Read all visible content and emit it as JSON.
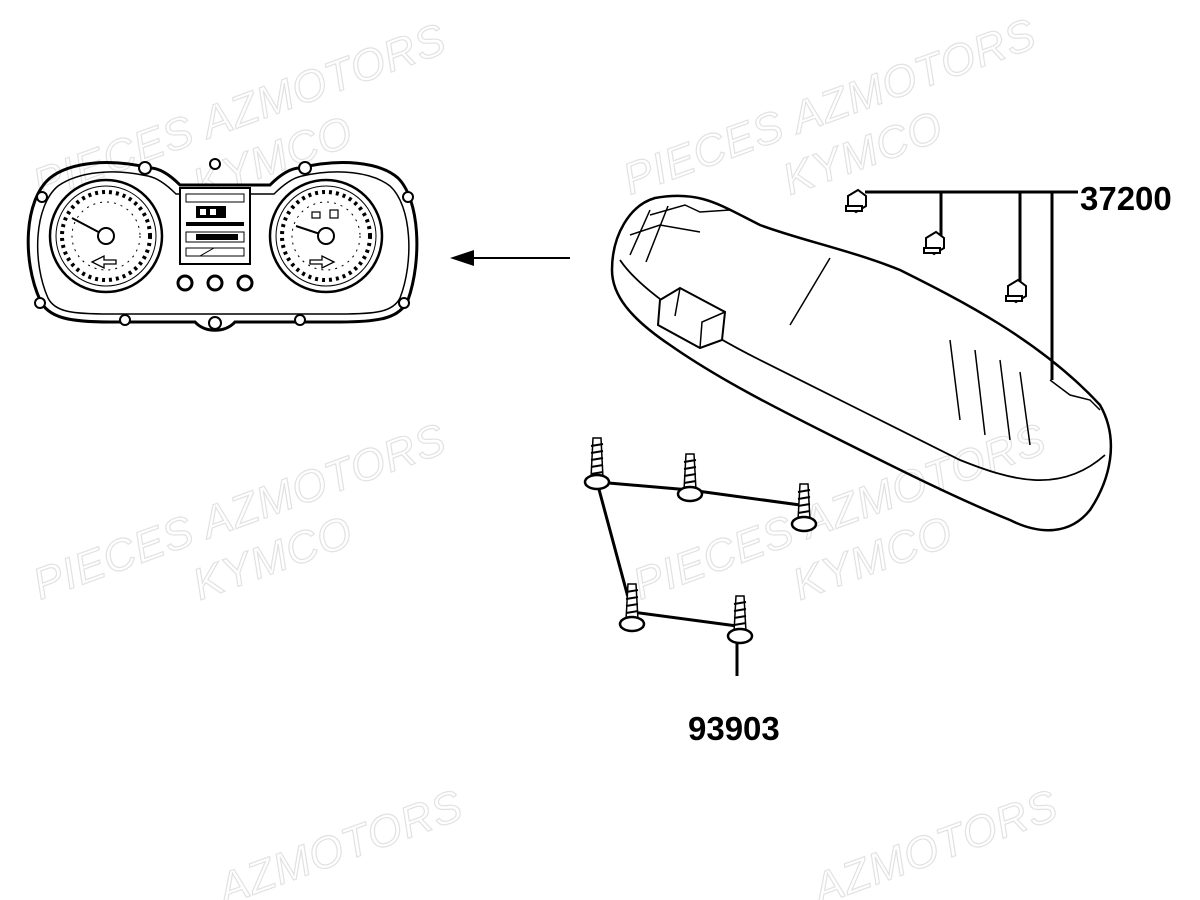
{
  "watermarks": [
    {
      "line1": "PIECES AZMOTORS",
      "line2": "KYMCO"
    },
    {
      "line1": "PIECES AZMOTORS",
      "line2": "KYMCO"
    },
    {
      "line1": "PIECES AZMOTORS",
      "line2": "KYMCO"
    },
    {
      "line1": "PIECES AZMOTORS",
      "line2": "KYMCO"
    },
    {
      "line1": "AZMOTORS"
    },
    {
      "line1": "AZMOTORS"
    }
  ],
  "parts": {
    "meter_assy": {
      "number": "37200"
    },
    "screw": {
      "number": "93903"
    }
  },
  "colors": {
    "ink": "#000000",
    "watermark": "#e2e2e2",
    "background": "#ffffff"
  },
  "icons": [
    "speedometer-gauge-icon",
    "fuel-gauge-icon",
    "left-turn-arrow-icon",
    "right-turn-arrow-icon"
  ]
}
